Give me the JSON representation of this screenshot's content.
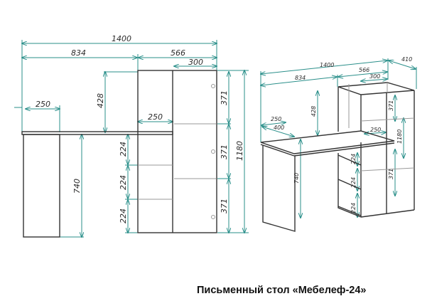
{
  "title": "Письменный стол «Мебелеф-24»",
  "colors": {
    "dimension_line": "#2a8f8a",
    "outline": "#333333"
  },
  "front_view": {
    "dims": {
      "total_width": "1400",
      "desk_width": "834",
      "tower_width": "566",
      "upper_section": "300",
      "leg_width": "250",
      "cabinet_gap": "250",
      "upper_height": "428",
      "desk_height": "740",
      "shelf_1": "224",
      "shelf_2": "224",
      "shelf_3": "224",
      "tower_1": "371",
      "tower_2": "371",
      "tower_3": "371",
      "total_height": "1180"
    }
  },
  "perspective_view": {
    "dims": {
      "total_width": "1400",
      "depth": "410",
      "desk_width": "834",
      "tower_width": "566",
      "upper_section": "300",
      "leg_width": "250",
      "leg_depth": "400",
      "upper_height": "428",
      "cabinet_gap": "250",
      "desk_height": "740",
      "shelf_1": "224",
      "shelf_2": "224",
      "shelf_3": "224",
      "tower_1": "371",
      "tower_2": "371",
      "total_height": "1180"
    }
  }
}
